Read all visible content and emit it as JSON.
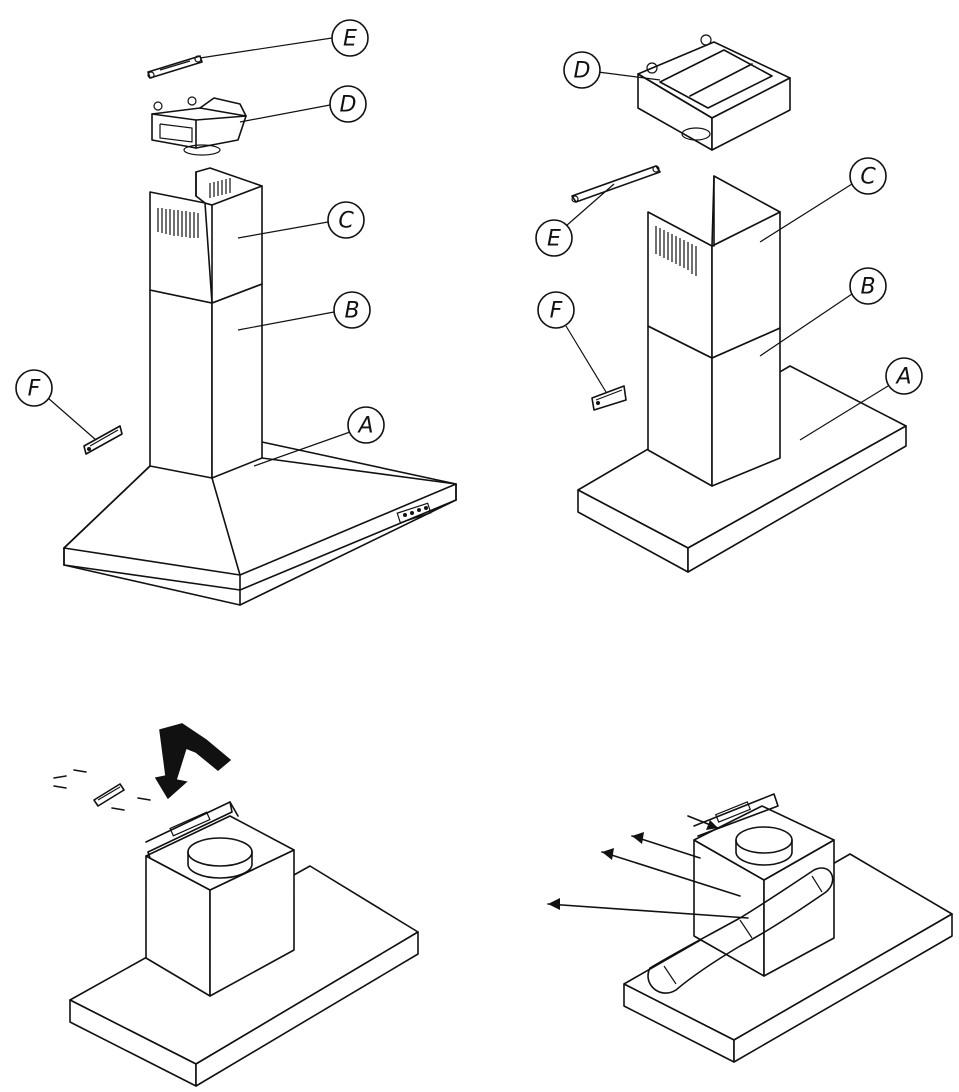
{
  "figures": [
    {
      "id": "fig-top-left",
      "callouts": [
        "E",
        "D",
        "C",
        "B",
        "A",
        "F"
      ]
    },
    {
      "id": "fig-top-right",
      "callouts": [
        "D",
        "C",
        "E",
        "B",
        "F",
        "A"
      ]
    },
    {
      "id": "fig-bottom-left",
      "callouts": []
    },
    {
      "id": "fig-bottom-right",
      "callouts": []
    }
  ],
  "colors": {
    "line": "#111111",
    "background": "#ffffff",
    "arrow_fill": "#111111"
  }
}
